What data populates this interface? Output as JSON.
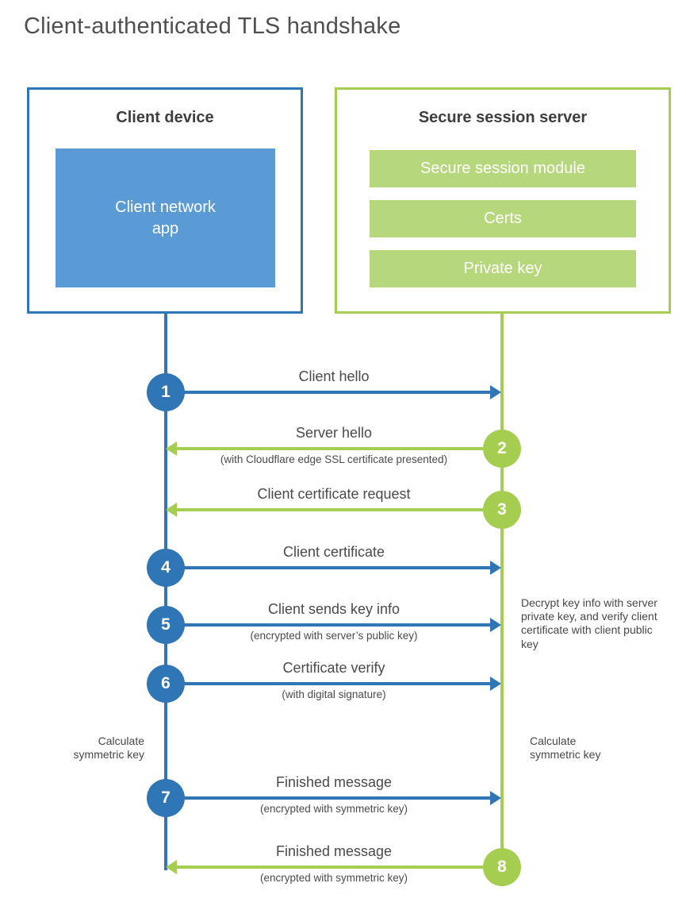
{
  "title": "Client-authenticated TLS handshake",
  "client": {
    "title": "Client device",
    "app": "Client network\napp"
  },
  "server": {
    "title": "Secure session server",
    "modules": [
      "Secure session module",
      "Certs",
      "Private key"
    ]
  },
  "steps": [
    {
      "num": "1",
      "label": "Client hello",
      "sub": "",
      "direction": "client-to-server"
    },
    {
      "num": "2",
      "label": "Server hello",
      "sub": "(with Cloudflare edge SSL certificate presented)",
      "direction": "server-to-client"
    },
    {
      "num": "3",
      "label": "Client certificate request",
      "sub": "",
      "direction": "server-to-client"
    },
    {
      "num": "4",
      "label": "Client certificate",
      "sub": "",
      "direction": "client-to-server"
    },
    {
      "num": "5",
      "label": "Client sends key info",
      "sub": "(encrypted with server’s public key)",
      "direction": "client-to-server"
    },
    {
      "num": "6",
      "label": "Certificate verify",
      "sub": "(with digital signature)",
      "direction": "client-to-server"
    },
    {
      "num": "7",
      "label": "Finished message",
      "sub": "(encrypted with symmetric key)",
      "direction": "client-to-server"
    },
    {
      "num": "8",
      "label": "Finished message",
      "sub": "(encrypted with symmetric key)",
      "direction": "server-to-client"
    }
  ],
  "notes": {
    "decrypt": "Decrypt key info with server private key, and verify client certificate with client public key",
    "calc_left": "Calculate\nsymmetric key",
    "calc_right": "Calculate\nsymmetric key"
  },
  "colors": {
    "blue": "#2e76b6",
    "blue_fill": "#5b9bd5",
    "green": "#a5ce51",
    "green_fill": "#b6d77b",
    "title_gray": "#4f4f51",
    "text_gray": "#4a4a4a"
  }
}
